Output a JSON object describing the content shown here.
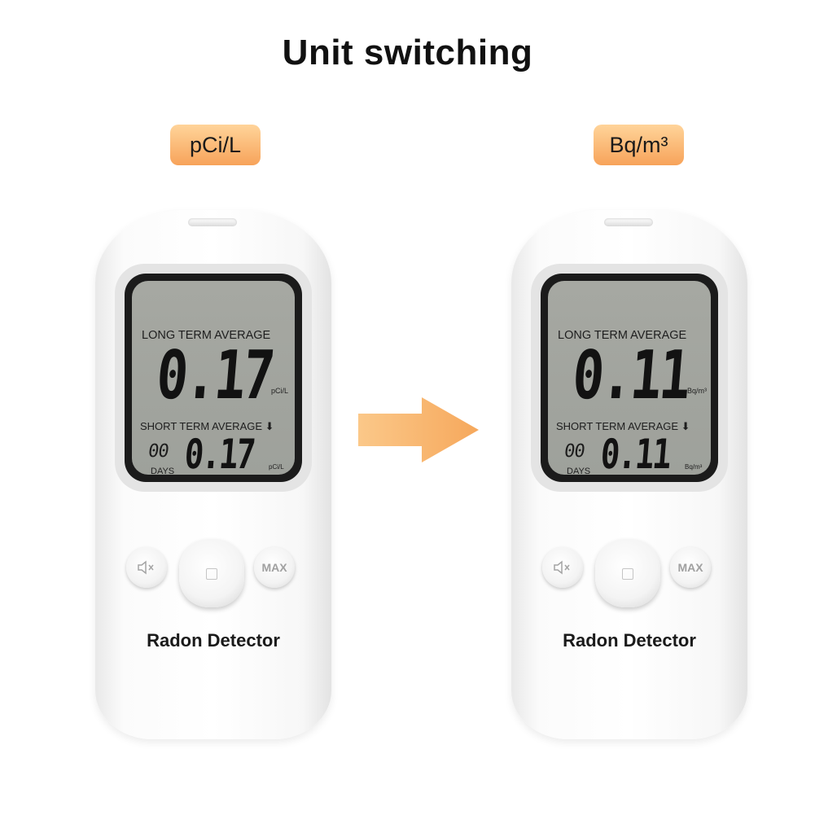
{
  "title": "Unit switching",
  "left_badge": "pCi/L",
  "right_badge": "Bq/m³",
  "left_device": {
    "long_term_label": "LONG TERM AVERAGE",
    "long_term_value": "0.17",
    "long_term_unit": "pCi/L",
    "short_term_label": "SHORT TERM AVERAGE ⬇",
    "days_value": "00",
    "days_label": "DAYS",
    "short_term_value": "0.17",
    "short_term_unit": "pCi/L",
    "mute_icon": "⧸◁×",
    "max_label": "MAX",
    "brand": "Radon Detector"
  },
  "right_device": {
    "long_term_label": "LONG TERM AVERAGE",
    "long_term_value": "0.11",
    "long_term_unit": "Bq/m³",
    "short_term_label": "SHORT TERM AVERAGE ⬇",
    "days_value": "00",
    "days_label": "DAYS",
    "short_term_value": "0.11",
    "short_term_unit": "Bq/m³",
    "mute_icon": "⧸◁×",
    "max_label": "MAX",
    "brand": "Radon Detector"
  },
  "colors": {
    "badge_top": "#ffd49a",
    "badge_bottom": "#f7a35a",
    "arrow": "#f9b36b",
    "lcd": "#a4a6a0"
  },
  "icons": {
    "mute": "speaker-mute-icon",
    "arrow": "right-arrow-icon"
  }
}
